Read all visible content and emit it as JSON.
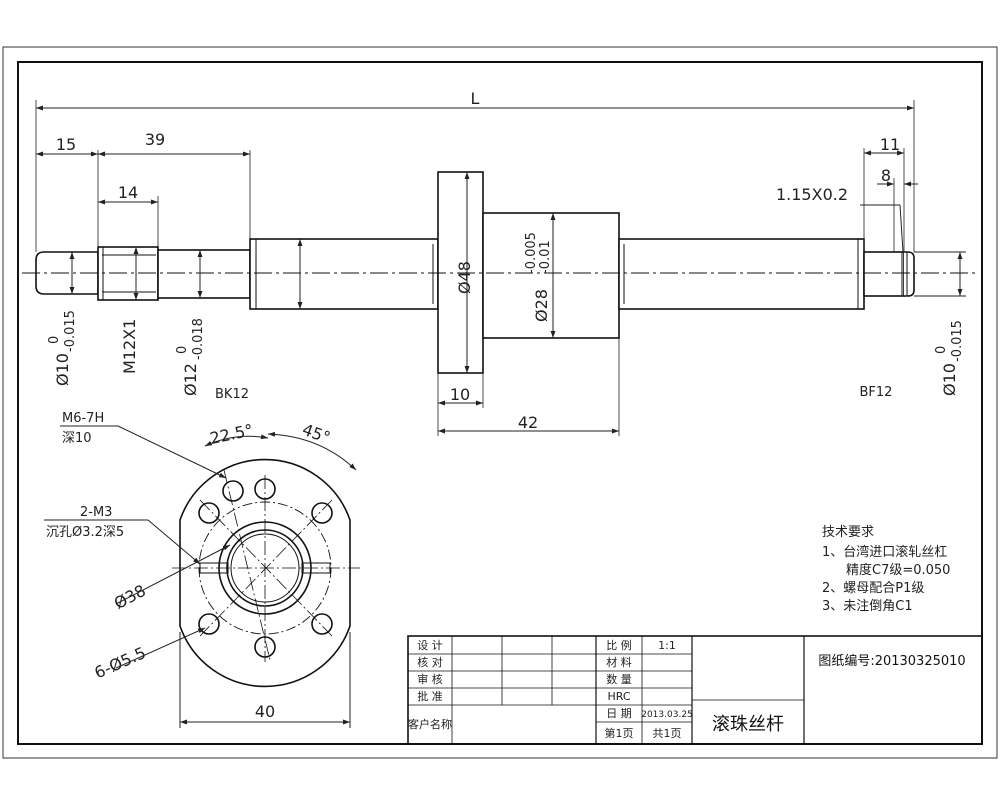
{
  "dimensions": {
    "total_length": "L",
    "d15": "15",
    "d39": "39",
    "d14": "14",
    "d11": "11",
    "d8": "8",
    "groove": "1.15X0.2",
    "dia_left_end": "Ø10",
    "tol_left_end_upper": "0",
    "tol_left_end_lower": "-0.015",
    "thread": "M12X1",
    "dia_bearing": "Ø12",
    "tol_bearing_upper": "0",
    "tol_bearing_lower": "-0.018",
    "dia_flange": "Ø48",
    "dia_nut": "Ø28",
    "tol_nut_upper": "-0.005",
    "tol_nut_lower": "-0.01",
    "dia_right_end": "Ø10",
    "tol_right_end_upper": "0",
    "tol_right_end_lower": "-0.015",
    "flange_width": "10",
    "nut_length": "42",
    "angle_a": "22.5°",
    "angle_b": "45°",
    "thread_hole": "M6-7H",
    "thread_depth": "深10",
    "pin_holes": "2-M3",
    "counterbore": "沉孔Ø3.2深5",
    "pcd": "Ø38",
    "bolt_holes": "6-Ø5.5",
    "flange_cut": "40"
  },
  "labels": {
    "left_support": "BK12",
    "right_support": "BF12"
  },
  "tech_requirements": {
    "title": "技术要求",
    "item1_line1": "1、台湾进口滚轧丝杠",
    "item1_line2": "精度C7级=0.050",
    "item2": "2、螺母配合P1级",
    "item3": "3、未注倒角C1"
  },
  "title_block": {
    "design": "设 计",
    "check": "核 对",
    "review": "审 核",
    "approve": "批 准",
    "customer_name": "客户名称",
    "scale_label": "比 例",
    "scale_value": "1:1",
    "material_label": "材 料",
    "quantity_label": "数 量",
    "hardness_label": "HRC",
    "date_label": "日 期",
    "date_value": "2013.03.25",
    "sheet_label": "第1页",
    "total_label": "共1页",
    "part_name": "滚珠丝杆",
    "drawing_no": "图纸编号:20130325010"
  }
}
